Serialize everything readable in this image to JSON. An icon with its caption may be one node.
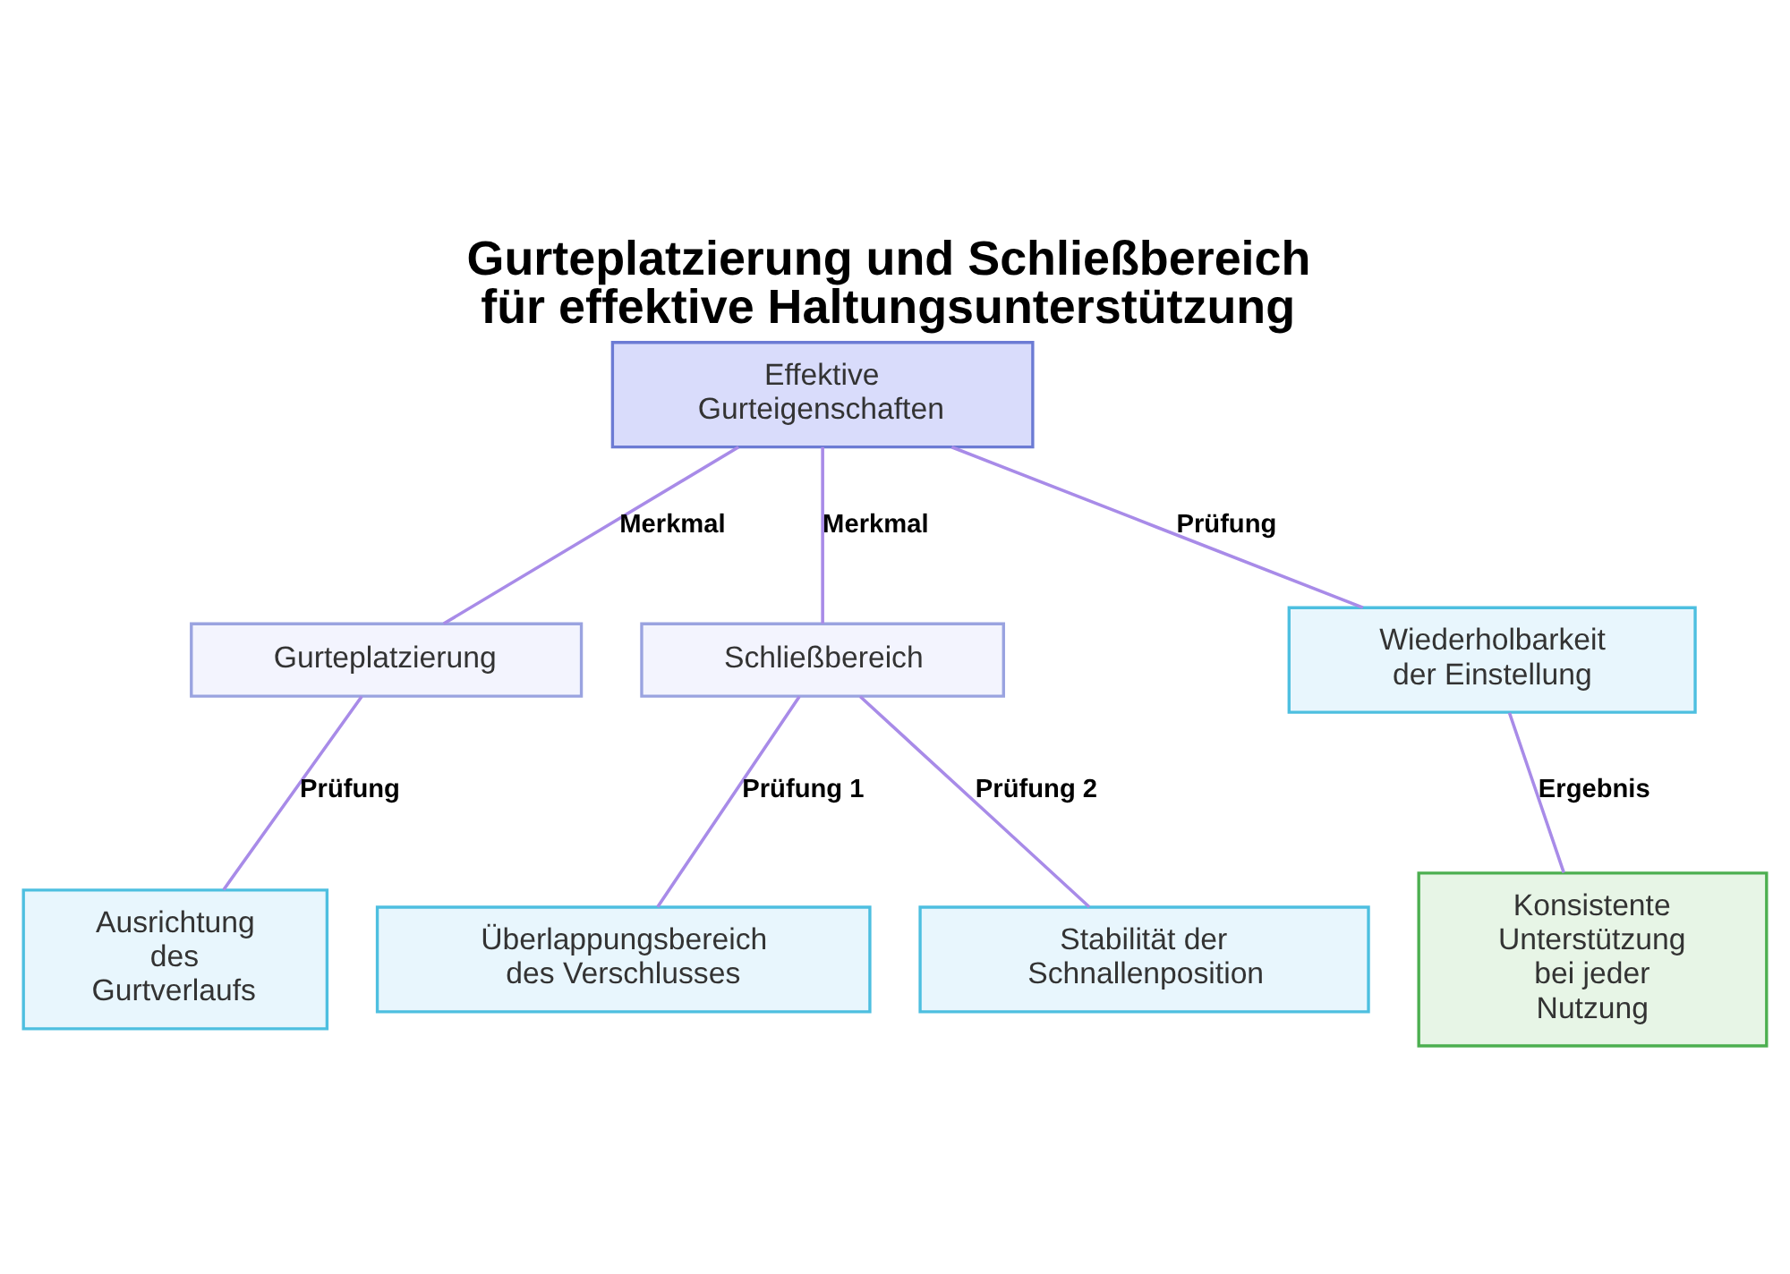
{
  "diagram": {
    "title": "Gurteplatzierung und Schließbereich für effektive Haltungsunterstützung",
    "nodes": [
      {
        "text": [
          "Effektive Gurteigenschaften"
        ]
      },
      {
        "text": [
          "Gurteplatzierung"
        ]
      },
      {
        "text": [
          "Schließbereich"
        ]
      },
      {
        "text": [
          "Wiederholbarkeit der Einstellung"
        ]
      },
      {
        "text": [
          "Ausrichtung des Gurtverlaufs"
        ]
      },
      {
        "text": [
          "Überlappungsbereich des Verschlusses"
        ]
      },
      {
        "text": [
          "Stabilität der Schnallenposition"
        ]
      },
      {
        "text": [
          "Konsistente Unterstützung bei jeder Nutzung"
        ]
      }
    ],
    "edges": [
      {
        "from": 0,
        "to": 1,
        "arrow": "none",
        "label": "Merkmal"
      },
      {
        "from": 0,
        "to": 2,
        "arrow": "none",
        "label": "Merkmal"
      },
      {
        "from": 0,
        "to": 3,
        "arrow": "none",
        "label": "Prüfung"
      },
      {
        "from": 1,
        "to": 4,
        "arrow": "none",
        "label": "Prüfung"
      },
      {
        "from": 2,
        "to": 5,
        "arrow": "none",
        "label": "Prüfung 1"
      },
      {
        "from": 2,
        "to": 6,
        "arrow": "none",
        "label": "Prüfung 2"
      },
      {
        "from": 3,
        "to": 7,
        "arrow": "none",
        "label": "Ergebnis"
      }
    ]
  }
}
